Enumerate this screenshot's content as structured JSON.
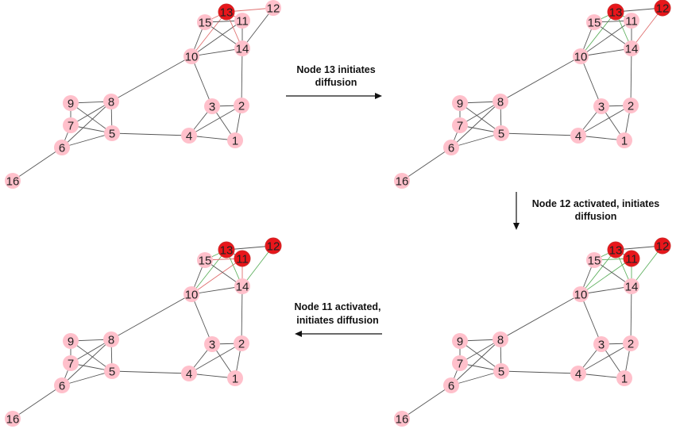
{
  "colors": {
    "inactive_node": "#ffc0cb",
    "active_node": "#e8161b",
    "active_node_stroke": "#cf2a2a",
    "edge_default": "#555555",
    "edge_red": "#e07070",
    "edge_green": "#5fb05f",
    "arrow": "#111111"
  },
  "graph": {
    "nodes": [
      "1",
      "2",
      "3",
      "4",
      "5",
      "6",
      "7",
      "8",
      "9",
      "10",
      "11",
      "12",
      "13",
      "14",
      "15",
      "16"
    ],
    "edges": [
      [
        "1",
        "2"
      ],
      [
        "1",
        "3"
      ],
      [
        "1",
        "4"
      ],
      [
        "2",
        "3"
      ],
      [
        "2",
        "4"
      ],
      [
        "2",
        "14"
      ],
      [
        "3",
        "4"
      ],
      [
        "3",
        "10"
      ],
      [
        "4",
        "5"
      ],
      [
        "5",
        "6"
      ],
      [
        "5",
        "7"
      ],
      [
        "5",
        "8"
      ],
      [
        "5",
        "9"
      ],
      [
        "6",
        "7"
      ],
      [
        "6",
        "8"
      ],
      [
        "6",
        "16"
      ],
      [
        "7",
        "8"
      ],
      [
        "7",
        "9"
      ],
      [
        "8",
        "9"
      ],
      [
        "8",
        "10"
      ],
      [
        "10",
        "11"
      ],
      [
        "10",
        "13"
      ],
      [
        "10",
        "14"
      ],
      [
        "10",
        "15"
      ],
      [
        "11",
        "13"
      ],
      [
        "11",
        "14"
      ],
      [
        "11",
        "15"
      ],
      [
        "12",
        "13"
      ],
      [
        "12",
        "14"
      ],
      [
        "13",
        "14"
      ],
      [
        "13",
        "15"
      ],
      [
        "14",
        "15"
      ]
    ]
  },
  "panels": [
    {
      "active_nodes": [
        "13"
      ],
      "red_edges": [
        [
          "13",
          "10"
        ],
        [
          "13",
          "11"
        ],
        [
          "13",
          "12"
        ],
        [
          "13",
          "14"
        ],
        [
          "13",
          "15"
        ]
      ],
      "green_edges": []
    },
    {
      "active_nodes": [
        "12",
        "13"
      ],
      "red_edges": [
        [
          "12",
          "14"
        ]
      ],
      "green_edges": [
        [
          "13",
          "10"
        ],
        [
          "13",
          "11"
        ],
        [
          "13",
          "14"
        ],
        [
          "13",
          "15"
        ]
      ]
    },
    {
      "active_nodes": [
        "11",
        "12",
        "13"
      ],
      "red_edges": [
        [
          "11",
          "10"
        ],
        [
          "11",
          "14"
        ],
        [
          "11",
          "15"
        ]
      ],
      "green_edges": [
        [
          "13",
          "10"
        ],
        [
          "13",
          "14"
        ],
        [
          "13",
          "15"
        ],
        [
          "12",
          "14"
        ]
      ]
    },
    {
      "active_nodes": [
        "11",
        "12",
        "13"
      ],
      "red_edges": [],
      "green_edges": [
        [
          "13",
          "10"
        ],
        [
          "13",
          "14"
        ],
        [
          "13",
          "15"
        ],
        [
          "12",
          "14"
        ],
        [
          "11",
          "10"
        ],
        [
          "11",
          "14"
        ],
        [
          "11",
          "15"
        ]
      ]
    }
  ],
  "steps": {
    "step1": [
      "Node 13 initiates",
      "diffusion"
    ],
    "step2": [
      "Node 12 activated, initiates",
      "diffusion"
    ],
    "step3": [
      "Node 11 activated,",
      "initiates diffusion"
    ]
  }
}
